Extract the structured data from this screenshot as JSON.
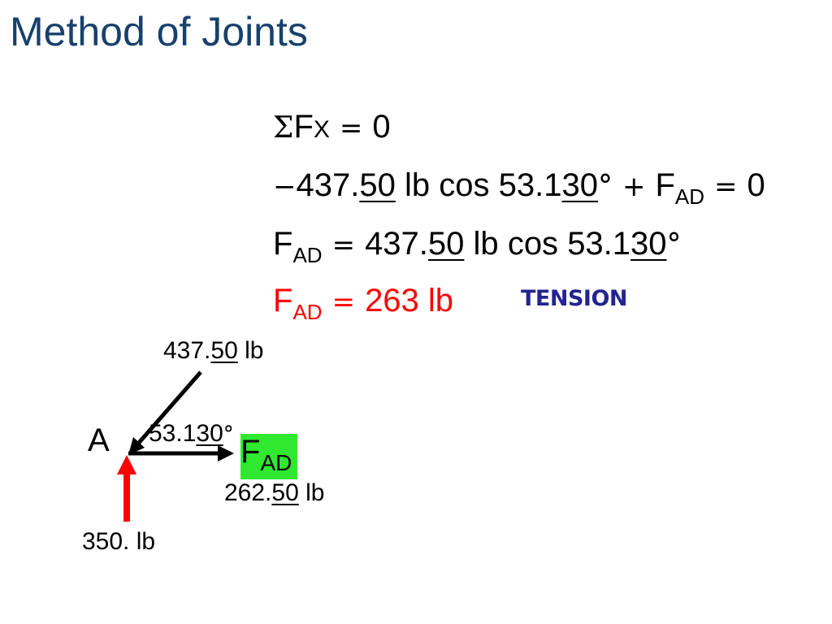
{
  "title": "Method of Joints",
  "equations": {
    "line1": {
      "sigma": "Σ",
      "f": "F",
      "x": "X",
      "equals": "=",
      "rhs": "0"
    },
    "line2": {
      "minus": "−",
      "value_int": "437.",
      "value_dec": "50",
      "unit": "lb",
      "func": "cos",
      "angle_int": "53.1",
      "angle_dec": "30",
      "degree": "°",
      "plus": "+",
      "f": "F",
      "sub": "AD",
      "equals": "=",
      "rhs": "0"
    },
    "line3": {
      "f": "F",
      "sub": "AD",
      "equals": "=",
      "value_int": "437.",
      "value_dec": "50",
      "unit": "lb",
      "func": "cos",
      "angle_int": "53.1",
      "angle_dec": "30",
      "degree": "°"
    },
    "line4": {
      "f": "F",
      "sub": "AD",
      "equals": "=",
      "value": "263 lb"
    }
  },
  "tension_label": "TENSION",
  "diagram": {
    "joint_label": "A",
    "force_top_int": "437.",
    "force_top_dec": "50",
    "force_top_unit": "lb",
    "angle_int": "53.1",
    "angle_dec": "30",
    "angle_degree": "°",
    "fad_f": "F",
    "fad_sub": "AD",
    "force_right_int": "262.",
    "force_right_dec": "50",
    "force_right_unit": "lb",
    "force_bottom": "350. lb",
    "colors": {
      "reaction_arrow": "#ff0000",
      "fad_highlight": "#2fe82f",
      "title": "#17406d",
      "tension": "#24248f"
    }
  }
}
